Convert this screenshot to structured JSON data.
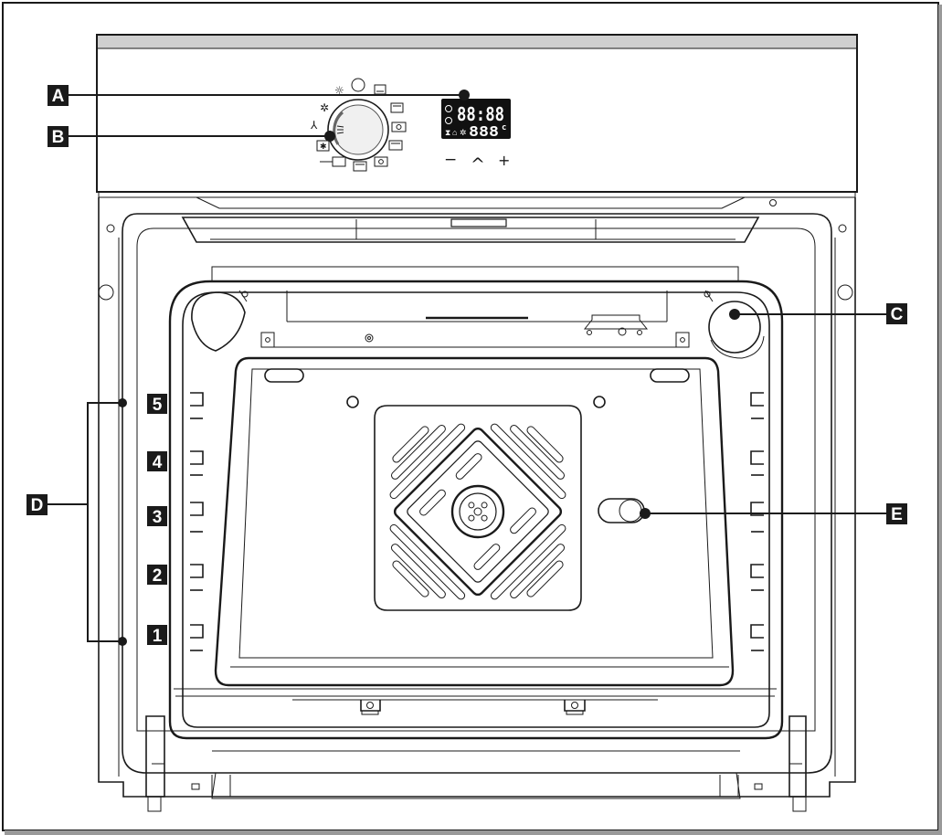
{
  "callouts": {
    "a": "A",
    "b": "B",
    "c": "C",
    "d": "D",
    "e": "E"
  },
  "shelf_levels": [
    "5",
    "4",
    "3",
    "2",
    "1"
  ],
  "display": {
    "time": "88:88",
    "temperature": "888",
    "unit": "c"
  },
  "controls": {
    "minus": "−",
    "up": "^",
    "plus": "+"
  },
  "colors": {
    "badge": "#1a1a1a",
    "frame": "#1a1a1a",
    "panel": "#f2f2f2",
    "display": "#111111"
  }
}
